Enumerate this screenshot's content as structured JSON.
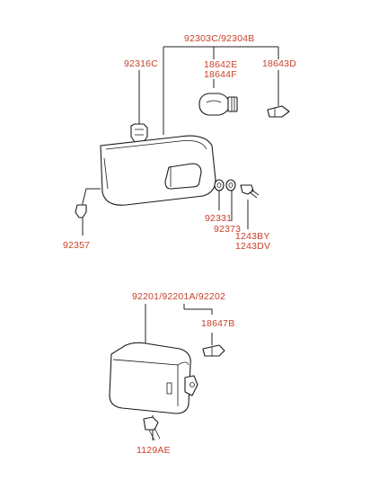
{
  "labels": {
    "corner_lamp_assy": "92303C/92304B",
    "socket_holder": "92316C",
    "bulb_a": "18642E",
    "bulb_b": "18644F",
    "wedge_bulb": "18643D",
    "washer_1": "92331",
    "washer_2": "92373",
    "screw_a": "1243BY",
    "screw_b": "1243DV",
    "clip": "92357",
    "fog_lamp_assy": "92201/92201A/92202",
    "fog_bulb": "18647B",
    "bolt": "1129AE"
  },
  "colors": {
    "label": "#c8402a",
    "line": "#222222"
  }
}
